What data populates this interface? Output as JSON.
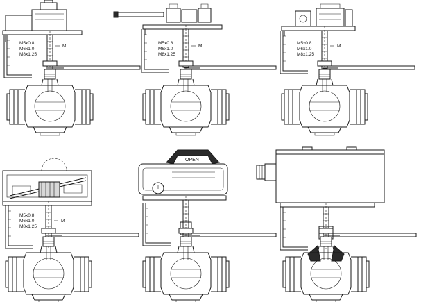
{
  "thread_labels": {
    "m5": "M5x0.8",
    "m6": "M6x1.0",
    "m8": "M8x1.25",
    "m_mark": "M"
  },
  "panels": [
    {
      "id": "panel-1",
      "has_thread_labels": true
    },
    {
      "id": "panel-2",
      "has_thread_labels": true
    },
    {
      "id": "panel-3",
      "has_thread_labels": true
    },
    {
      "id": "panel-4",
      "has_thread_labels": true
    },
    {
      "id": "panel-5",
      "has_thread_labels": false,
      "switchbox_label": "OPEN"
    },
    {
      "id": "panel-6",
      "has_thread_labels": false
    }
  ]
}
